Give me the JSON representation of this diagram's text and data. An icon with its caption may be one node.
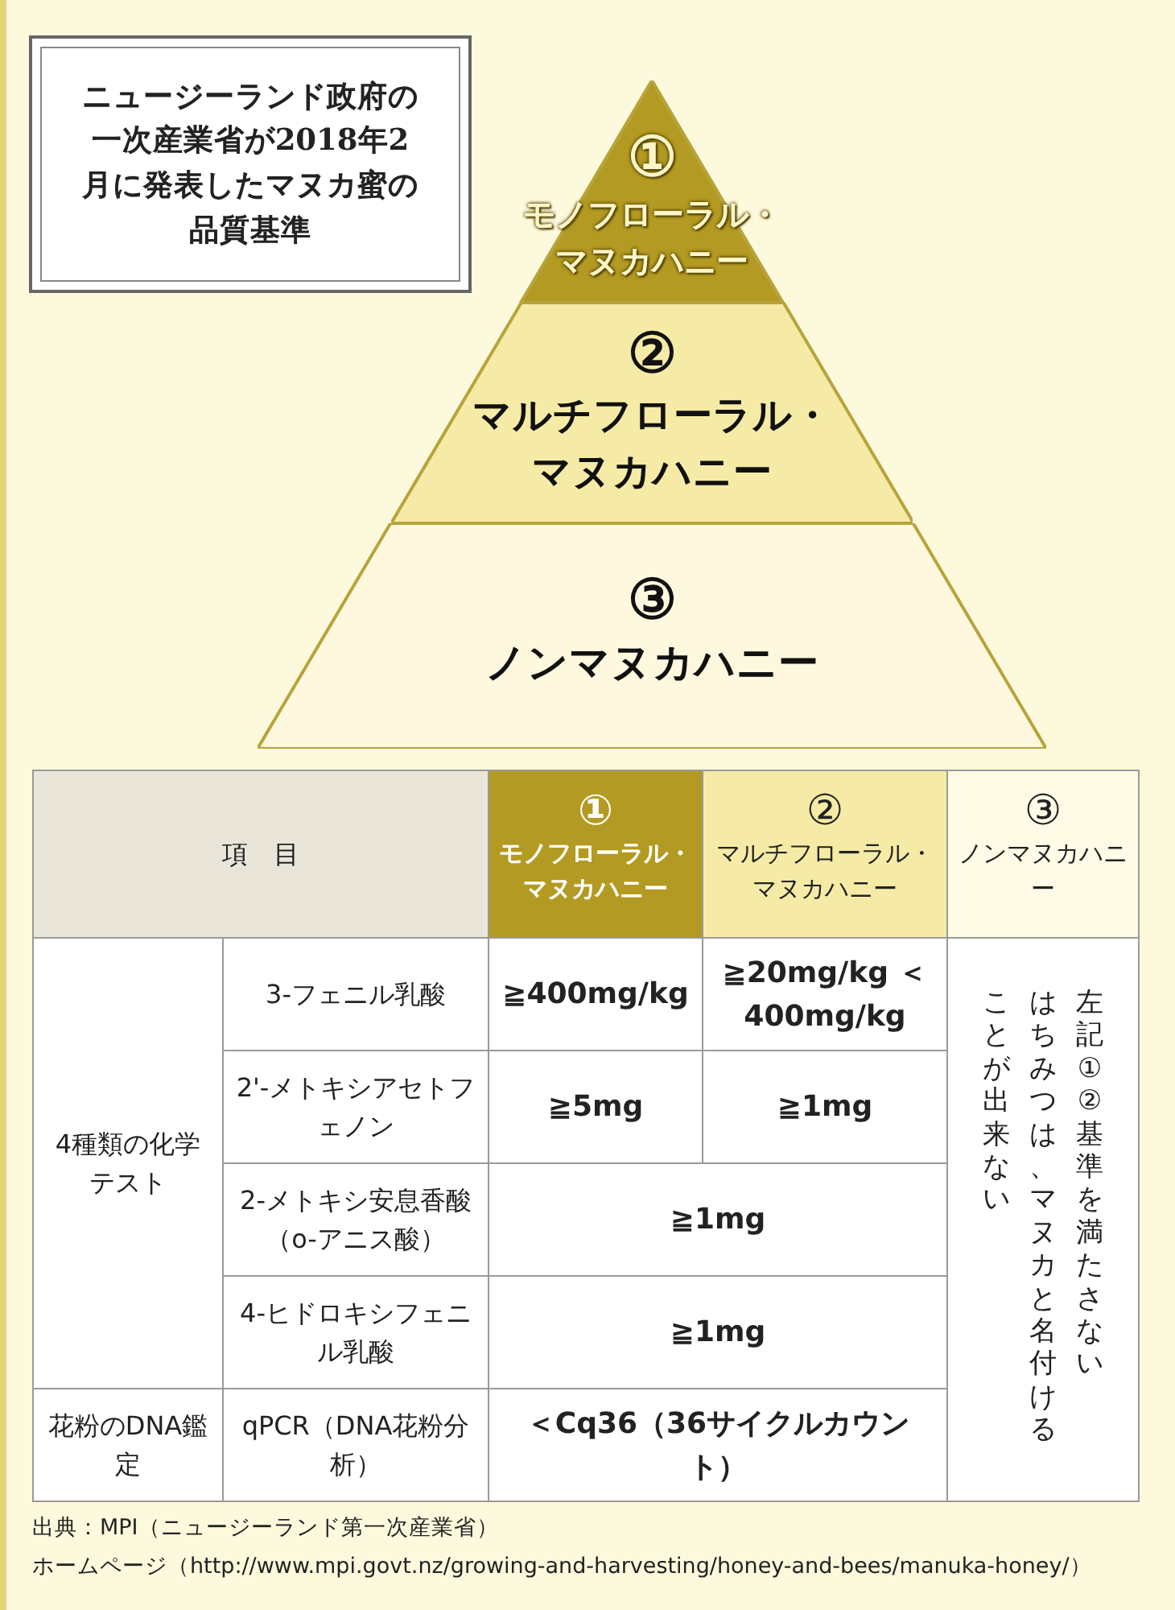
{
  "diagram": {
    "nodes": [
      {
        "text": [
          "ニュージーランド政府の一次産業省が2018年2月に発表したマヌカ蜜の品質基準"
        ]
      },
      {
        "text": [
          "①",
          "モノフローラル・マヌカハニー"
        ]
      },
      {
        "text": [
          "②",
          "マルチフローラル・マヌカハニー"
        ]
      },
      {
        "text": [
          "③",
          "ノンマヌカハニー"
        ]
      }
    ],
    "edges": [],
    "labels": [
      "項　目",
      "①",
      "モノフローラル・マヌカハニー",
      "②",
      "マルチフローラル・マヌカハニー",
      "③",
      "ノンマヌカハニー",
      "4種類の化学テスト",
      "3-フェニル乳酸",
      "≧400mg/kg",
      "≧20mg/kg ＜400mg/kg",
      "左記①②基準を満たさないはちみつは、マヌカと名付けることが出来ない",
      "2'-メトキシアセトフェノン",
      "≧5mg",
      "≧1mg",
      "2-メトキシ安息香酸（o-アニス酸）",
      "≧1mg",
      "4-ヒドロキシフェニル乳酸",
      "≧1mg",
      "花粉のDNA鑑定",
      "qPCR（DNA花粉分析）",
      "＜Cq36（36サイクルカウント）",
      "出典：MPI（ニュージーランド第一次産業省）",
      "ホームページ（http://www.mpi.govt.nz/growing-and-harvesting/honey-and-bees/manuka-honey/）"
    ]
  }
}
